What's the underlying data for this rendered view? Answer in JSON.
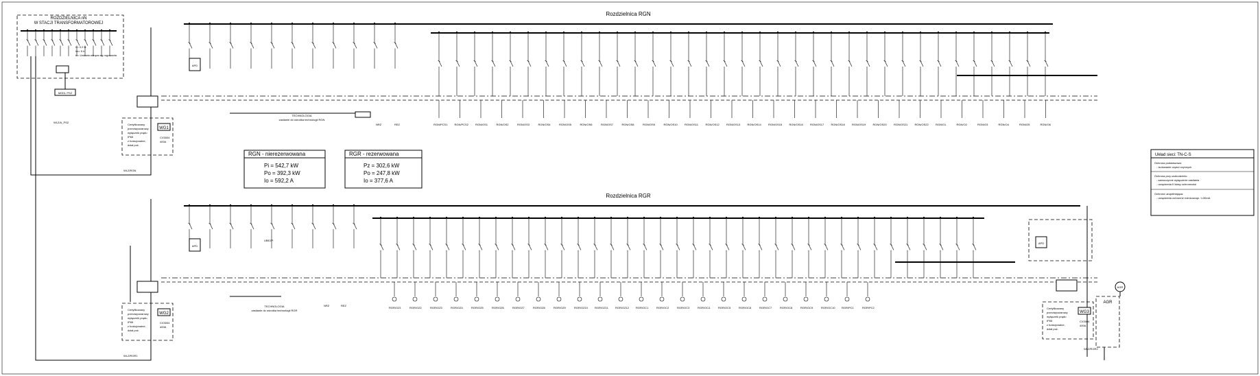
{
  "main_box": {
    "title_line1": "ROZDZIELNICA nN",
    "title_line2": "W STACJI TRANSFORMATOROWEJ",
    "notes": [
      "Ir= 0,9 Iz",
      "Im= 5 Ir",
      "tz= Ustawia wiząza wg rogowania"
    ]
  },
  "boards": [
    {
      "id": "rgn",
      "title": "Rozdzielnica RGN"
    },
    {
      "id": "rgr",
      "title": "Rozdzielnica RGR"
    }
  ],
  "power_tables": [
    {
      "header": "RGN - nierezerwowana",
      "rows": [
        "Pi = 542,7 kW",
        "Po = 392,3 kW",
        "Io = 592,2 A"
      ]
    },
    {
      "header": "RGR - rezerwowana",
      "rows": [
        "Pz = 302,6 kW",
        "Po = 247,8 kW",
        "Io = 377,6 A"
      ]
    }
  ],
  "network_box": {
    "title": "Układ sieci: TN-C-S",
    "sections": [
      {
        "head": "Ochrona podstawowa:",
        "items": [
          "- Izolowanie części czynnych"
        ]
      },
      {
        "head": "Ochrona przy uszkodzeniu:",
        "items": [
          "- samoczynne wyłączenie zasilania",
          "- urządzenia II klasy ochronności"
        ]
      },
      {
        "head": "Ochrona uzupełniająca:",
        "items": [
          "- urządzenia ochronne różnicowopr. I=30mA"
        ]
      }
    ]
  },
  "cabinets": [
    {
      "id": "wg1",
      "code": "WG1",
      "desc": [
        "Certyfikowany",
        "przeciwpożarowy",
        "wyłącznik prądu",
        "IP65",
        "z funkcjonalne,",
        "dział poż."
      ],
      "size": "CX3004",
      "amp": "400A"
    },
    {
      "id": "wg2",
      "code": "WG2",
      "desc": [
        "Certyfikowany",
        "przeciwpożarowy",
        "wyłącznik prądu",
        "IP65",
        "z funkcjonalne,",
        "dział poż."
      ],
      "size": "CX3004",
      "amp": "400A"
    },
    {
      "id": "wg3",
      "code": "WG3",
      "desc": [
        "Certyfikowany",
        "przeciwpożarowy",
        "wyłącznik prądu",
        "IP65",
        "z funkcjonalne,",
        "dział poż."
      ],
      "size": "CX3004",
      "amp": "400A"
    }
  ],
  "agr": {
    "label": "AGR",
    "gen": "AGR"
  },
  "feeders": {
    "wlz_rgn": "WLZ/RGN",
    "wlz_rgr1": "WLZ/RGR1",
    "wlz_rgr2": "WLZ/RGR2",
    "mdl": "MODL PSZ",
    "wlz_psz": "WLZ/A_PSZ"
  },
  "blocks": {
    "apd": "APD",
    "tech1_title": "TECHNOLOGIA",
    "tech1_sub": "zasilanie do ośrodka technologii RGN",
    "tech2_title": "TECHNOLOGIA",
    "tech2_sub": "zasilanie do ośrodka technologii RGR",
    "ups_title": "UBEZP.",
    "nrz": "NRZ",
    "rez": "REZ"
  },
  "rgn_circuits": [
    "RGN/PCS1",
    "RGN/PCS2",
    "RGN/OS1",
    "RGN/OS2",
    "RGN/OS3",
    "RGN/OS4",
    "RGN/OS5",
    "RGN/OS6",
    "RGN/OS7",
    "RGN/OS8",
    "RGN/OS9",
    "RGN/OS10",
    "RGN/OS11",
    "RGN/OS12",
    "RGN/OS13",
    "RGN/OS14",
    "RGN/OS15",
    "RGN/OS16",
    "RGN/OS17",
    "RGN/OS18",
    "RGN/OS19",
    "RGN/OS20",
    "RGN/OS21",
    "RGN/OS22",
    "RGN/O1",
    "RGN/O2",
    "RGN/O3",
    "RGN/O4",
    "RGN/O5",
    "RGN/O6"
  ],
  "rgr_circuits": [
    "RGR/OZ1",
    "RGR/OZ2",
    "RGR/OZ3",
    "RGR/OZ4",
    "RGR/OZ5",
    "RGR/OZ6",
    "RGR/OZ7",
    "RGR/OZ8",
    "RGR/OZ9",
    "RGR/OZ10",
    "RGR/OZ11",
    "RGR/OZ12",
    "RGR/OC1",
    "RGR/OC2",
    "RGR/OC3",
    "RGR/OC4",
    "RGR/OC5",
    "RGR/OC6",
    "RGR/OC7",
    "RGR/OC8",
    "RGR/OC9",
    "RGR/OC10",
    "RGR/PC1",
    "RGR/PC2"
  ]
}
